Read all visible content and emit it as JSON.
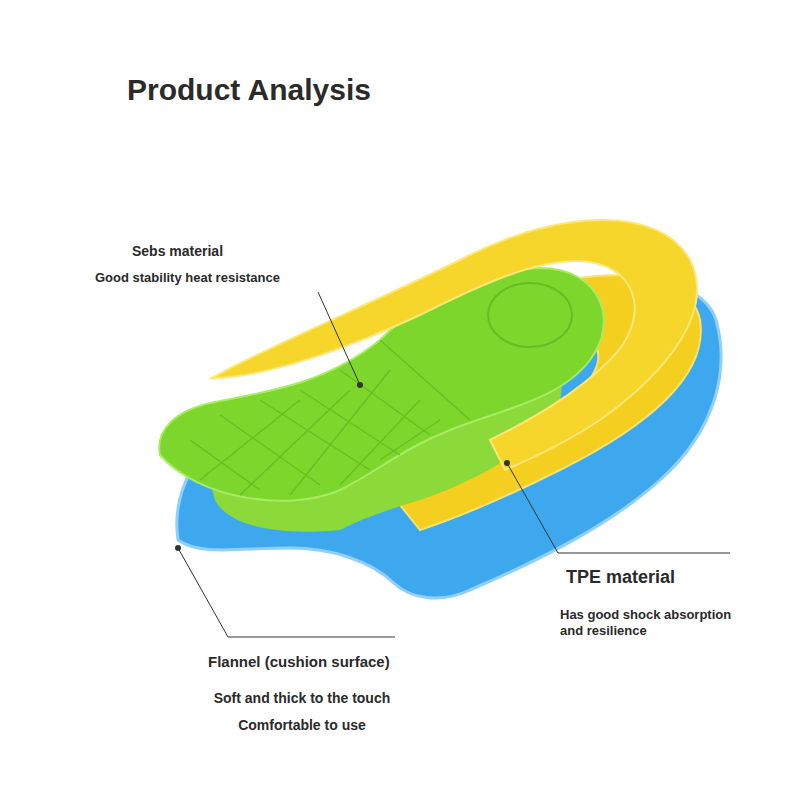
{
  "diagram": {
    "title": "Product Analysis",
    "labels": [
      "Sebs material",
      "Good stability heat resistance",
      "TPE material",
      "Has good shock absorption and resilience",
      "Flannel (cushion surface)",
      "Soft and thick to the touch",
      "Comfortable to use"
    ]
  }
}
